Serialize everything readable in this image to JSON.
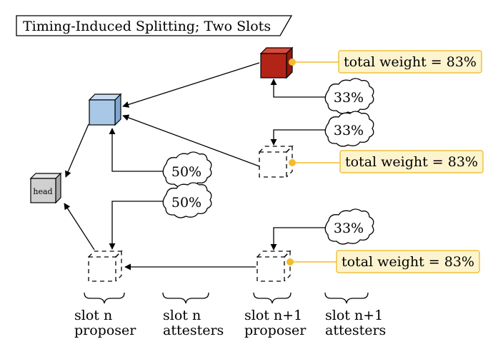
{
  "title": "Timing-Induced Splitting; Two Slots",
  "nodes": {
    "head_label": "head"
  },
  "clouds": {
    "c1": "33%",
    "c2": "33%",
    "c3": "50%",
    "c4": "50%",
    "c5": "33%"
  },
  "weights": {
    "w1": "total weight = 83%",
    "w2": "total weight = 83%",
    "w3": "total weight = 83%"
  },
  "slots": [
    {
      "line1": "slot n",
      "line2": "proposer"
    },
    {
      "line1": "slot n",
      "line2": "attesters"
    },
    {
      "line1": "slot n+1",
      "line2": "proposer"
    },
    {
      "line1": "slot n+1",
      "line2": "attesters"
    }
  ],
  "colors": {
    "red_block": "#b22418",
    "blue_block": "#a9c8e8",
    "gray_block": "#d0d0d0",
    "weight_fill": "#fdf4cf",
    "weight_border": "#f0c23c",
    "connector": "#f3bc2e"
  }
}
